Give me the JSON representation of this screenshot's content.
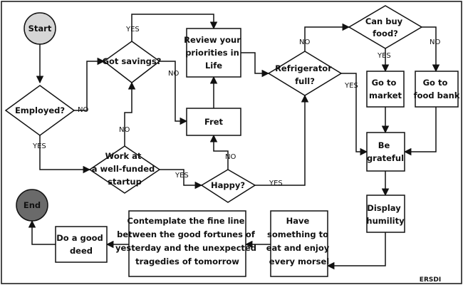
{
  "nodes": {
    "start": {
      "label": "Start"
    },
    "employed": {
      "label": "Employed?"
    },
    "savings": {
      "label": "Got savings?"
    },
    "review": {
      "lines": [
        "Review your",
        "priorities in",
        "Life"
      ]
    },
    "fret": {
      "label": "Fret"
    },
    "startup": {
      "lines": [
        "Work at",
        "a well-funded",
        "startup"
      ]
    },
    "happy": {
      "label": "Happy?"
    },
    "fridge": {
      "lines": [
        "Refrigerator",
        "full?"
      ]
    },
    "canbuy": {
      "lines": [
        "Can buy",
        "food?"
      ]
    },
    "market": {
      "lines": [
        "Go to",
        "market"
      ]
    },
    "foodbank": {
      "lines": [
        "Go to",
        "food bank"
      ]
    },
    "grateful": {
      "lines": [
        "Be",
        "grateful"
      ]
    },
    "humility": {
      "lines": [
        "Display",
        "humility"
      ]
    },
    "have": {
      "lines": [
        "Have",
        "something to",
        "eat and enjoy",
        "every morsel"
      ]
    },
    "contemplate": {
      "lines": [
        "Contemplate the fine line",
        "between the good fortunes of",
        "yesterday and the unexpected",
        "tragedies of tomorrow"
      ]
    },
    "deed": {
      "lines": [
        "Do a good",
        "deed"
      ]
    },
    "end": {
      "label": "End"
    }
  },
  "edge_labels": {
    "yes": "YES",
    "no": "NO"
  },
  "signature": "ERSDI"
}
